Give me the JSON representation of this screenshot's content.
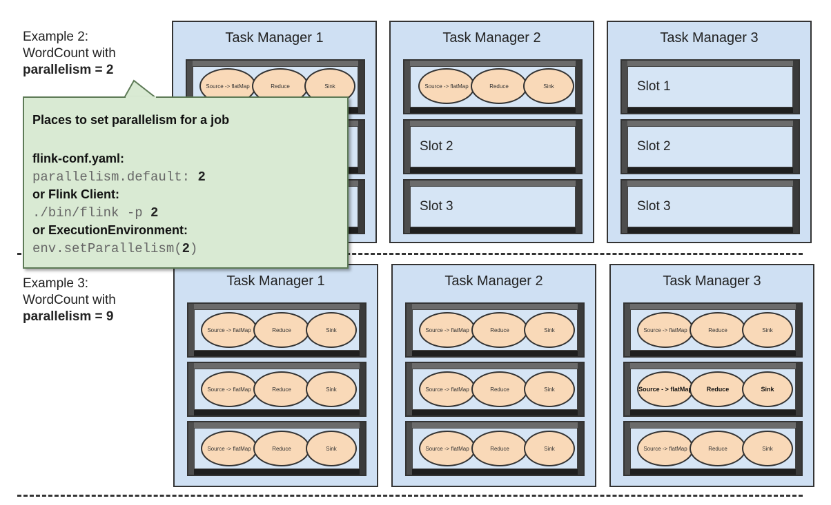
{
  "example2": {
    "line1": "Example 2:",
    "line2": "WordCount with",
    "line3": "parallelism = 2"
  },
  "example3": {
    "line1": "Example 3:",
    "line2": "WordCount with",
    "line3": "parallelism = 9"
  },
  "task_managers": {
    "tm1": "Task Manager 1",
    "tm2": "Task Manager 2",
    "tm3": "Task Manager 3"
  },
  "slots": {
    "slot1": "Slot 1",
    "slot2": "Slot 2",
    "slot3": "Slot 3"
  },
  "operators": {
    "source": "Source -> flatMap",
    "source_bold": "Source - > flatMap",
    "reduce": "Reduce",
    "sink": "Sink"
  },
  "callout": {
    "title": "Places to set parallelism for a job",
    "conf_label": "flink-conf.yaml:",
    "conf_code": "parallelism.default: ",
    "conf_value": "2",
    "client_label": "or Flink Client:",
    "client_code": "./bin/flink -p ",
    "client_value": "2",
    "env_label": "or ExecutionEnvironment:",
    "env_code_prefix": "env.setParallelism(",
    "env_value": "2",
    "env_code_suffix": ")"
  },
  "colors": {
    "task_manager_fill": "#cfe0f3",
    "operator_fill": "#f9d9b8",
    "callout_fill": "#d9ead3"
  }
}
